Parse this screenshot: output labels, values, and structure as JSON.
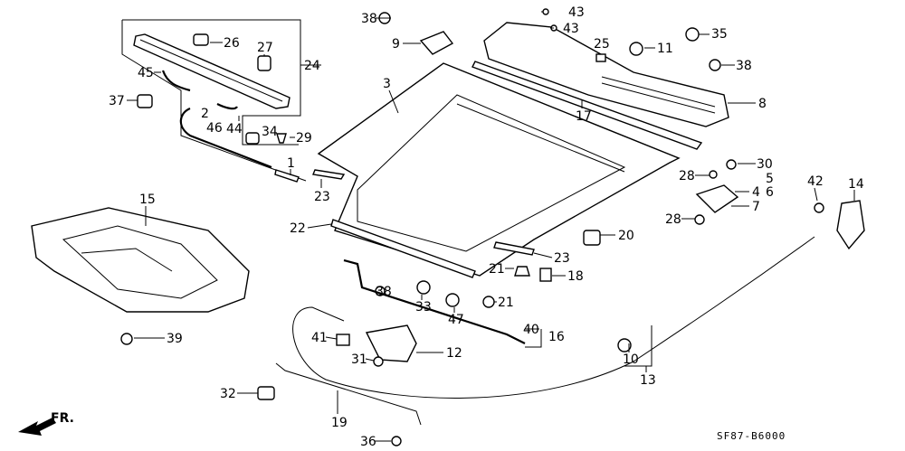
{
  "diagram_code": "SF87-B6000",
  "direction_label": "FR.",
  "callouts": [
    "38",
    "43",
    "43",
    "9",
    "25",
    "11",
    "35",
    "26",
    "27",
    "24",
    "45",
    "38",
    "37",
    "2",
    "46",
    "44",
    "34",
    "29",
    "3",
    "17",
    "8",
    "1",
    "23",
    "30",
    "28",
    "5",
    "4",
    "6",
    "7",
    "42",
    "14",
    "15",
    "22",
    "28",
    "20",
    "23",
    "21",
    "18",
    "38",
    "33",
    "47",
    "21",
    "40",
    "16",
    "41",
    "12",
    "31",
    "39",
    "10",
    "13",
    "32",
    "19",
    "36"
  ]
}
